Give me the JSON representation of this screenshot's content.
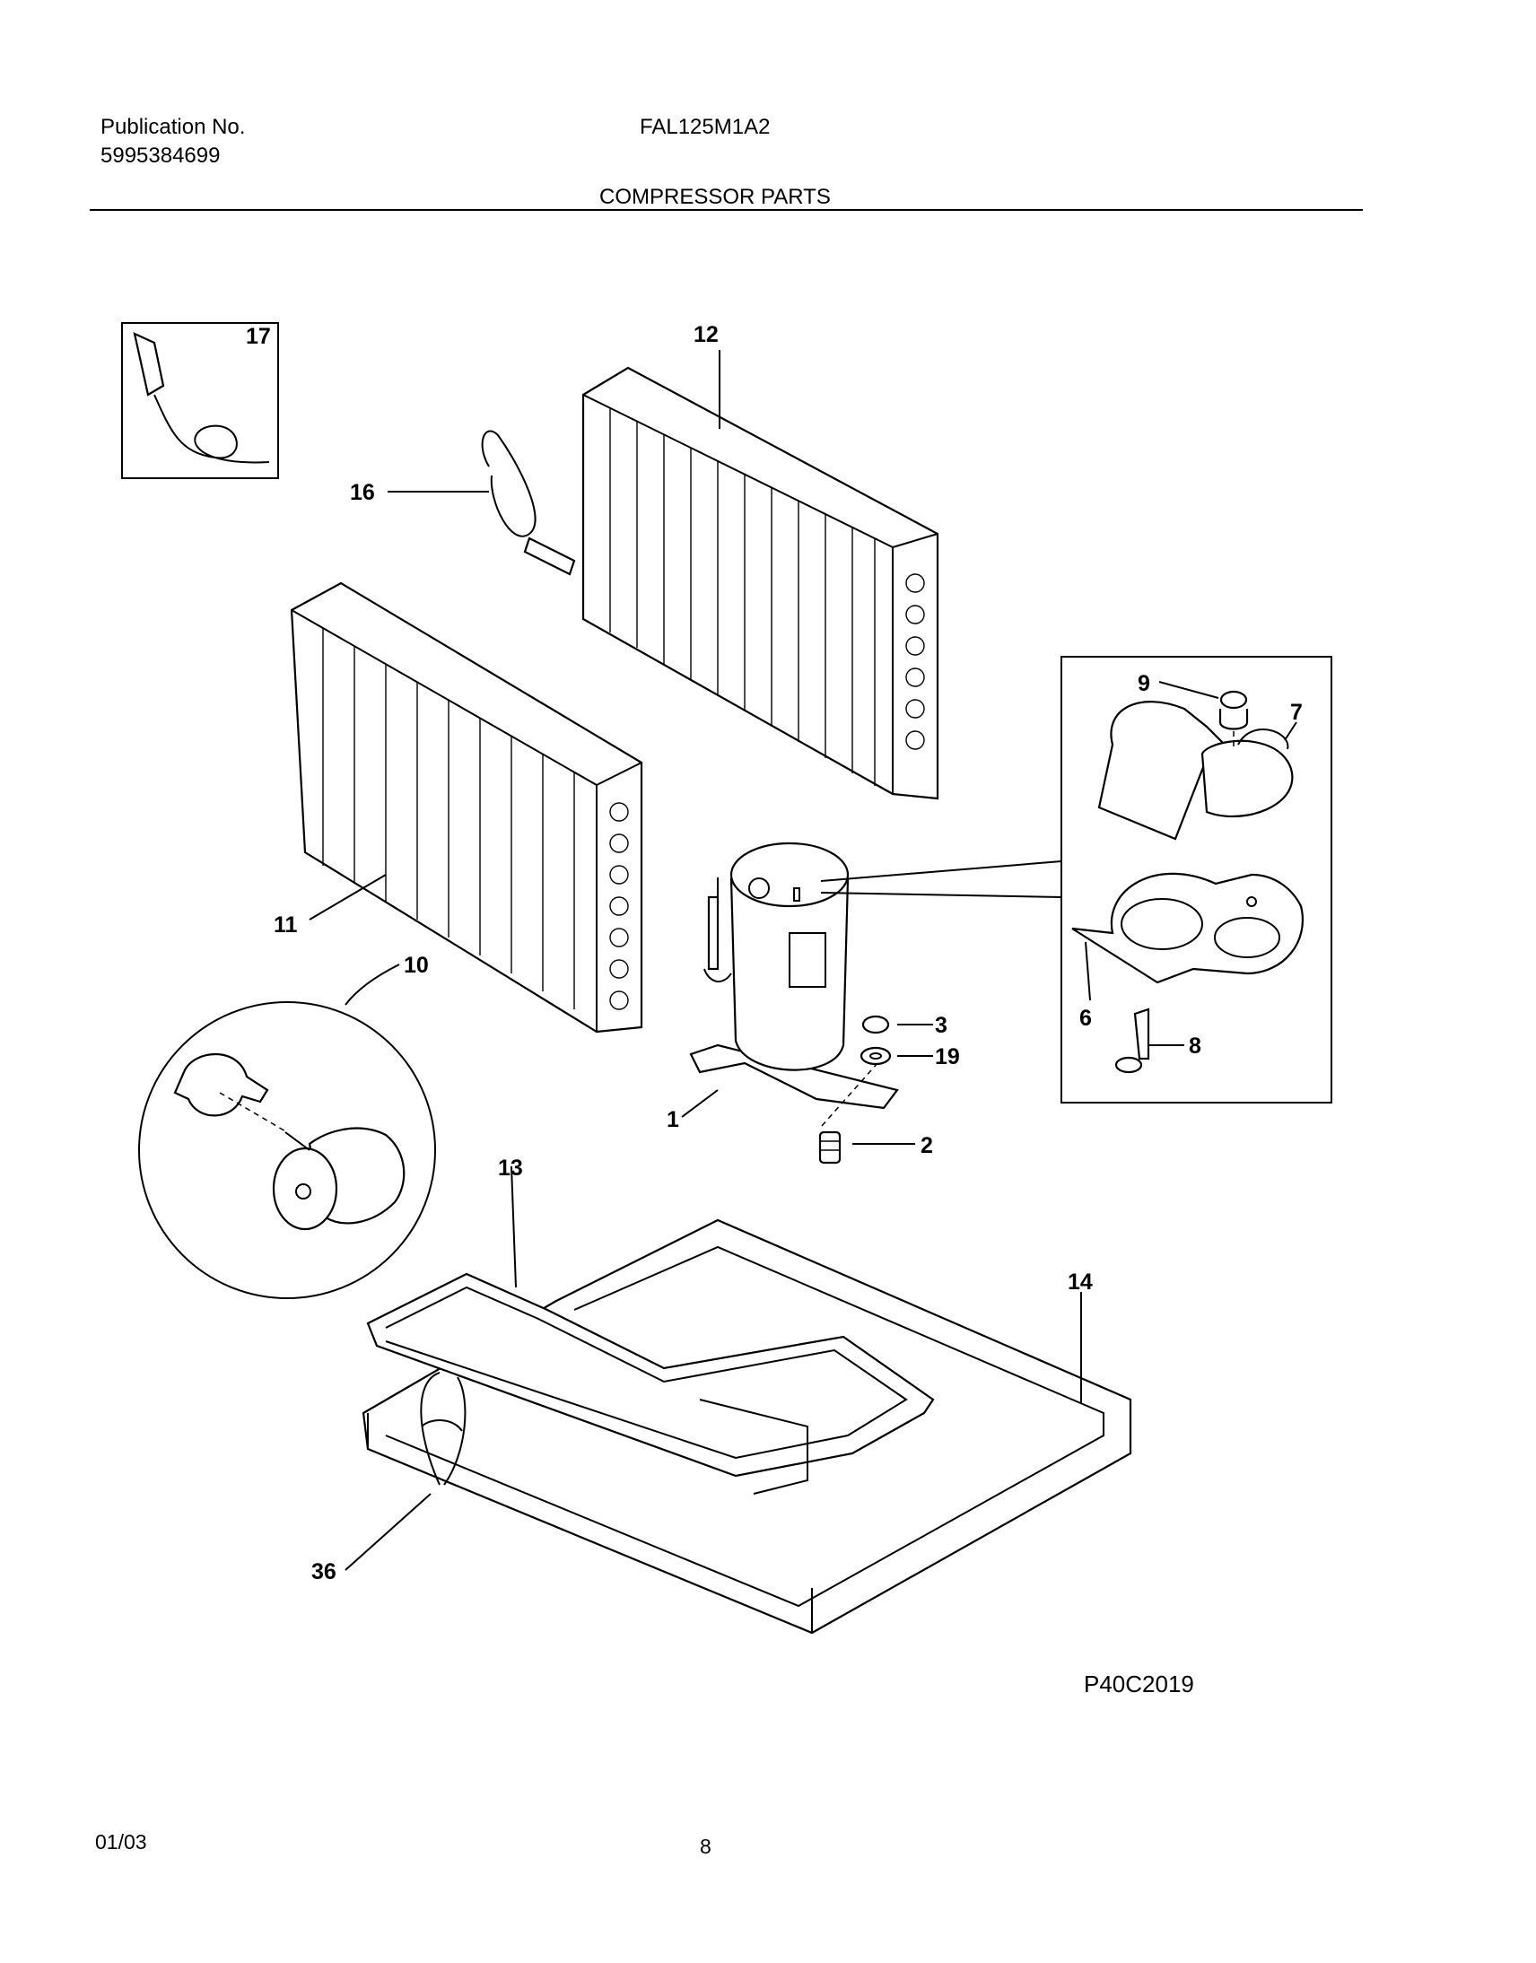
{
  "header": {
    "publication_label": "Publication No.",
    "publication_number": "5995384699",
    "model": "FAL125M1A2",
    "section_title": "COMPRESSOR PARTS"
  },
  "diagram": {
    "reference_code": "P40C2019",
    "callouts": {
      "c1": "1",
      "c2": "2",
      "c3": "3",
      "c6": "6",
      "c7": "7",
      "c8": "8",
      "c9": "9",
      "c10": "10",
      "c11": "11",
      "c12": "12",
      "c13": "13",
      "c14": "14",
      "c16": "16",
      "c17": "17",
      "c19": "19",
      "c36": "36"
    }
  },
  "footer": {
    "date": "01/03",
    "page": "8"
  }
}
